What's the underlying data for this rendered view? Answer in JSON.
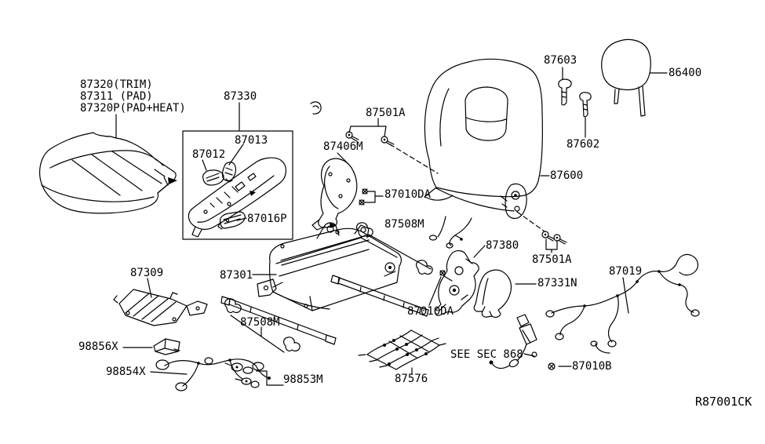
{
  "colors": {
    "background": "#ffffff",
    "line": "#000000"
  },
  "diagram_code": "R87001CK",
  "labels": [
    {
      "part": "87320-trim",
      "text": "87320(TRIM)"
    },
    {
      "part": "87311-pad",
      "text": "87311 (PAD)"
    },
    {
      "part": "87320p-padheat",
      "text": "87320P(PAD+HEAT)"
    },
    {
      "part": "87330",
      "text": "87330"
    },
    {
      "part": "87013",
      "text": "87013"
    },
    {
      "part": "87012",
      "text": "87012"
    },
    {
      "part": "87016p",
      "text": "87016P"
    },
    {
      "part": "87406m",
      "text": "87406M"
    },
    {
      "part": "87501a-upper",
      "text": "87501A"
    },
    {
      "part": "87010da-upper",
      "text": "87010DA"
    },
    {
      "part": "87603",
      "text": "87603"
    },
    {
      "part": "86400",
      "text": "86400"
    },
    {
      "part": "87602",
      "text": "87602"
    },
    {
      "part": "87600",
      "text": "87600"
    },
    {
      "part": "87380",
      "text": "87380"
    },
    {
      "part": "87501a-lower",
      "text": "87501A"
    },
    {
      "part": "87331n",
      "text": "87331N"
    },
    {
      "part": "87019",
      "text": "87019"
    },
    {
      "part": "87309",
      "text": "87309"
    },
    {
      "part": "87301",
      "text": "87301"
    },
    {
      "part": "87508m-upper",
      "text": "87508M"
    },
    {
      "part": "87508m-lower",
      "text": "87508M"
    },
    {
      "part": "87010da-lower",
      "text": "87010DA"
    },
    {
      "part": "98856x",
      "text": "98856X"
    },
    {
      "part": "98854x",
      "text": "98854X"
    },
    {
      "part": "98853m",
      "text": "98853M"
    },
    {
      "part": "87576",
      "text": "87576"
    },
    {
      "part": "see-sec-868",
      "text": "SEE SEC 868"
    },
    {
      "part": "87010b",
      "text": "87010B"
    }
  ]
}
